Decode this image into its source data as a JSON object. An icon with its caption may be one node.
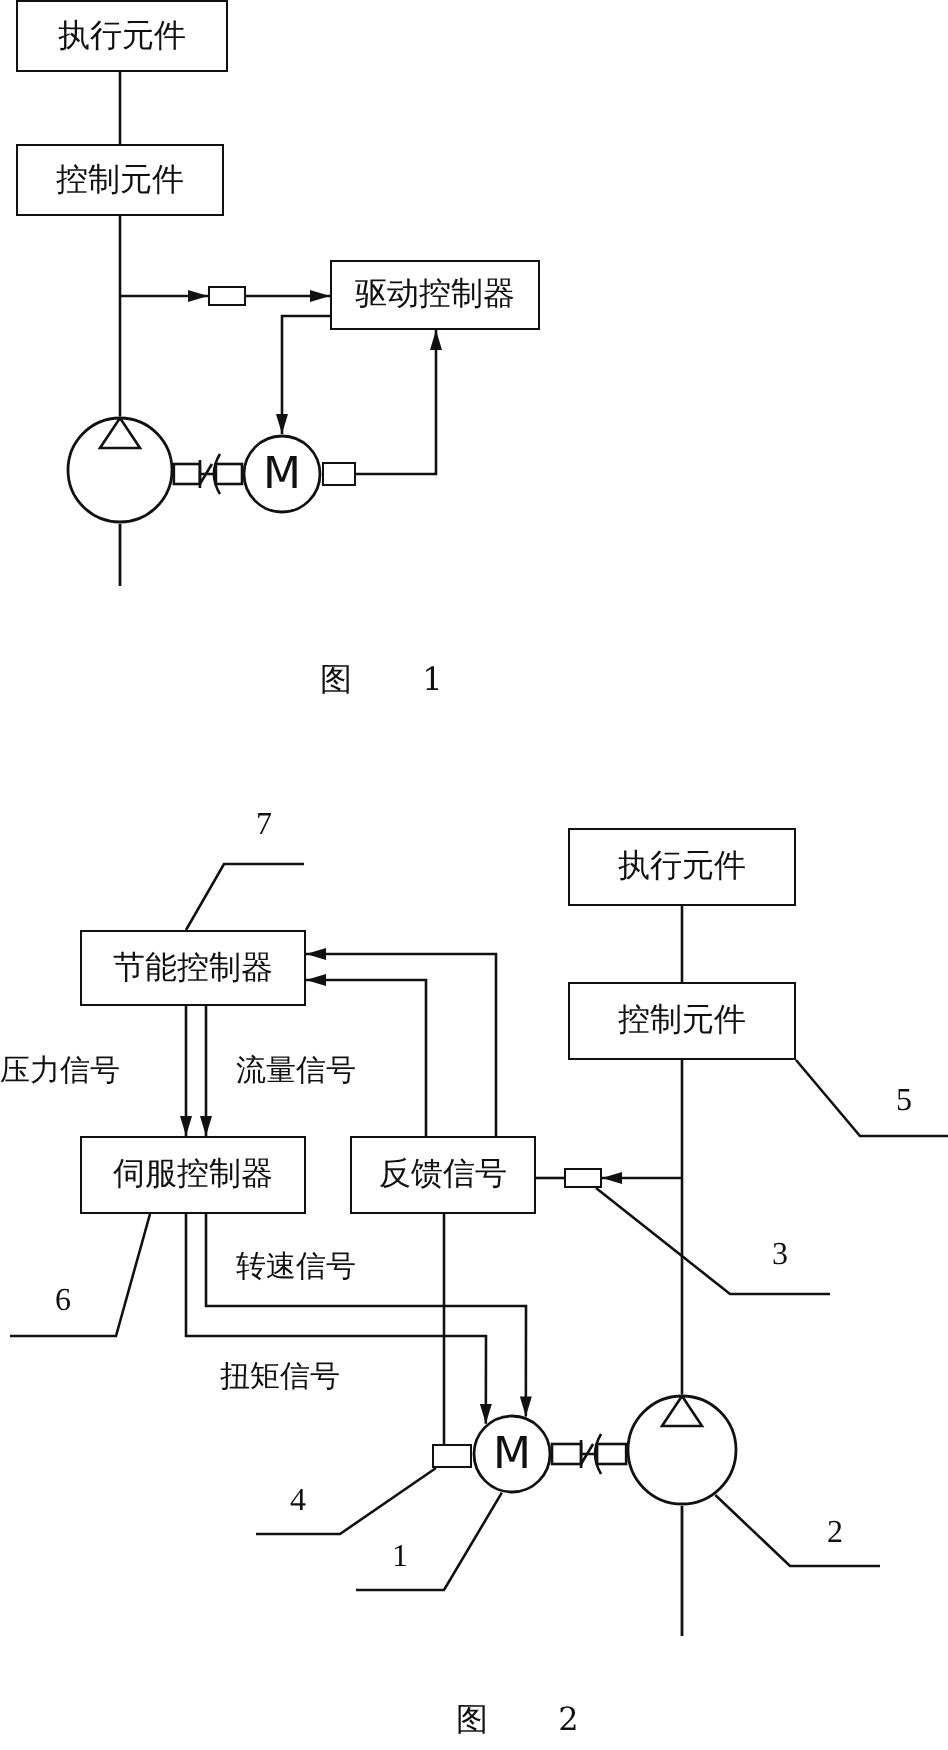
{
  "diagram": {
    "nodes": [
      {
        "text": [
          "执行元件"
        ]
      },
      {
        "text": [
          "控制元件"
        ]
      },
      {
        "text": [],
        "shape": "circle"
      },
      {
        "text": [],
        "shape": "box"
      },
      {
        "text": [
          "驱动控制器"
        ]
      },
      {
        "text": [
          "M"
        ]
      },
      {
        "text": [],
        "shape": "box"
      },
      {
        "text": [
          "节能控制器"
        ]
      },
      {
        "text": [
          "伺服控制器"
        ]
      },
      {
        "text": [
          "反馈信号"
        ]
      },
      {
        "text": [
          "执行元件"
        ]
      },
      {
        "text": [
          "控制元件"
        ]
      },
      {
        "text": [],
        "shape": "box"
      },
      {
        "text": [
          "M"
        ]
      },
      {
        "text": [],
        "shape": "box"
      },
      {
        "text": [],
        "shape": "circle"
      },
      {
        "text": [
          "7"
        ]
      },
      {
        "text": [
          "5"
        ]
      },
      {
        "text": [
          "6"
        ]
      },
      {
        "text": [
          "3"
        ]
      },
      {
        "text": [
          "4"
        ]
      },
      {
        "text": [
          "1"
        ]
      },
      {
        "text": [
          "2"
        ]
      }
    ],
    "edges": [
      {
        "from": 0,
        "to": 1,
        "arrow": "none"
      },
      {
        "from": 1,
        "to": 2,
        "arrow": "none"
      },
      {
        "from": null,
        "to": 3,
        "arrow": "to"
      },
      {
        "from": 3,
        "to": 4,
        "arrow": "to"
      },
      {
        "from": 4,
        "to": 5,
        "arrow": "to"
      },
      {
        "from": 6,
        "to": 4,
        "arrow": "to"
      },
      {
        "from": 5,
        "to": 2,
        "arrow": "other"
      },
      {
        "from": 10,
        "to": 11,
        "arrow": "none"
      },
      {
        "from": 11,
        "to": 15,
        "arrow": "none"
      },
      {
        "from": null,
        "to": 12,
        "arrow": "to"
      },
      {
        "from": 12,
        "to": 9,
        "arrow": "none"
      },
      {
        "from": 9,
        "to": 7,
        "arrow": "to"
      },
      {
        "from": 9,
        "to": 7,
        "arrow": "to"
      },
      {
        "from": 7,
        "to": 8,
        "label": "压力信号",
        "arrow": "to"
      },
      {
        "from": 7,
        "to": 8,
        "label": "流量信号",
        "arrow": "to"
      },
      {
        "from": 8,
        "to": 13,
        "label": "转速信号",
        "arrow": "to"
      },
      {
        "from": 8,
        "to": 13,
        "label": "扭矩信号",
        "arrow": "to"
      },
      {
        "from": 9,
        "to": 14,
        "arrow": "none"
      },
      {
        "from": 13,
        "to": 15,
        "arrow": "other"
      },
      {
        "from": 16,
        "to": 7,
        "arrow": "none"
      },
      {
        "from": 17,
        "to": 11,
        "arrow": "none"
      },
      {
        "from": 18,
        "to": 8,
        "arrow": "none"
      },
      {
        "from": 19,
        "to": 12,
        "arrow": "none"
      },
      {
        "from": 20,
        "to": 14,
        "arrow": "none"
      },
      {
        "from": 21,
        "to": 13,
        "arrow": "none"
      },
      {
        "from": 22,
        "to": 15,
        "arrow": "none"
      }
    ],
    "labels": [
      "图 1",
      "图 2"
    ]
  }
}
